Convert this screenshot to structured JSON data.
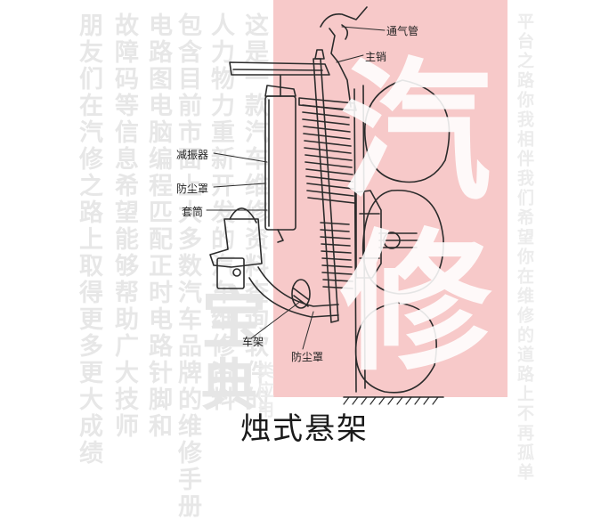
{
  "watermark": {
    "columns_left": [
      "朋友们在汽修之路上取得更多更大成绩",
      "故障码等信息希望能够帮助广大技师",
      "电路图电脑编程匹配正时电路针脚和"
    ],
    "columns_right": [
      "这是一款汽车维修资料查询软件的",
      "人力物力重新开发的汽车维修资料",
      "包含目前市面上大多数汽车品牌的维修手册"
    ],
    "columns_far_right": [
      "平台之路你我相伴我们希望你在维修的道路上不再孤单"
    ],
    "overlay_chars": [
      "汽",
      "修"
    ],
    "mid_chars": [
      "宝",
      "典"
    ],
    "bottom_side_text": "类应用"
  },
  "diagram": {
    "labels": {
      "vent_pipe": "通气管",
      "kingpin": "主销",
      "shock_absorber": "减振器",
      "dust_cover_upper": "防尘罩",
      "sleeve": "套筒",
      "frame": "车架",
      "dust_cover_lower": "防尘罩"
    }
  },
  "caption": "烛式悬架",
  "colors": {
    "pink_panel": "#f7c9c9",
    "line": "#2b2b2b",
    "ghost_text": "#e7e7e7"
  }
}
